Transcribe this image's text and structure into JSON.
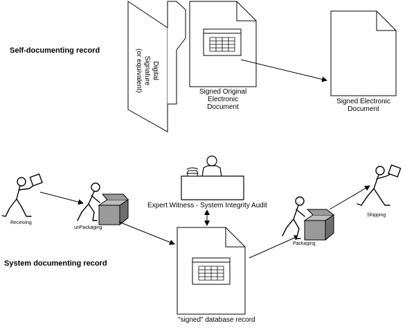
{
  "headings": {
    "self_documenting": "Self-documenting record",
    "system_documenting": "System documenting record"
  },
  "labels": {
    "digital_signature_line1": "Digital",
    "digital_signature_line2": "Signature",
    "digital_signature_line3": "(or equivalent)",
    "signed_original_line1": "Signed Original",
    "signed_original_line2": "Electronic",
    "signed_original_line3": "Document",
    "signed_electronic_line1": "Signed Electronic",
    "signed_electronic_line2": "Document",
    "expert_witness": "Expert Witness - System Integrity Audit",
    "receiving": "Receiving",
    "unpackaging": "unPackaging",
    "packaging": "Packaging",
    "shipping": "Shipping",
    "signed_database_record": "\"signed\" database record"
  },
  "colors": {
    "ink": "#000000",
    "paper": "#ffffff",
    "box_fill": "#9a9a9a",
    "box_dark": "#6e6e6e"
  },
  "icons": [
    "signature-folder-icon",
    "document-icon",
    "spreadsheet-icon",
    "person-carrying-icon",
    "box-icon",
    "person-at-desk-icon",
    "telephone-icon"
  ]
}
